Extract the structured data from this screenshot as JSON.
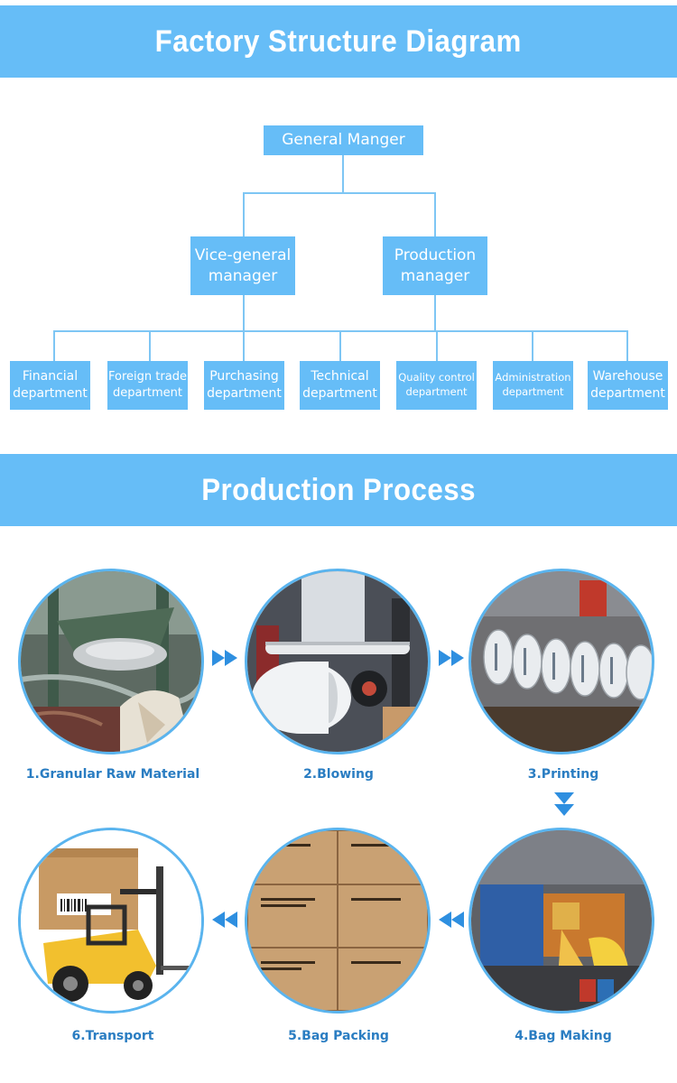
{
  "sections": {
    "structure_title": "Factory Structure Diagram",
    "process_title": "Production Process"
  },
  "org": {
    "top": "General Manger",
    "level2": [
      {
        "line1": "Vice-general",
        "line2": "manager"
      },
      {
        "line1": "Production",
        "line2": "manager"
      }
    ],
    "departments": [
      {
        "line1": "Financial",
        "line2": "department"
      },
      {
        "line1": "Foreign trade",
        "line2": "department"
      },
      {
        "line1": "Purchasing",
        "line2": "department"
      },
      {
        "line1": "Technical",
        "line2": "department"
      },
      {
        "line1": "Quality control",
        "line2": "department"
      },
      {
        "line1": "Administration",
        "line2": "department"
      },
      {
        "line1": "Warehouse",
        "line2": "department"
      }
    ]
  },
  "process": {
    "steps": [
      {
        "label": "1.Granular Raw Material",
        "scene": "hopper-with-pellets"
      },
      {
        "label": "2.Blowing",
        "scene": "film-blowing-machine"
      },
      {
        "label": "3.Printing",
        "scene": "printed-film-rolls"
      },
      {
        "label": "4.Bag Making",
        "scene": "bag-making-machine"
      },
      {
        "label": "5.Bag Packing",
        "scene": "cartons-stacked"
      },
      {
        "label": "6.Transport",
        "scene": "forklift-with-box"
      }
    ]
  },
  "colors": {
    "accent": "#66bdf7",
    "label": "#2a7dc2",
    "arrow": "#2e8fe0"
  }
}
